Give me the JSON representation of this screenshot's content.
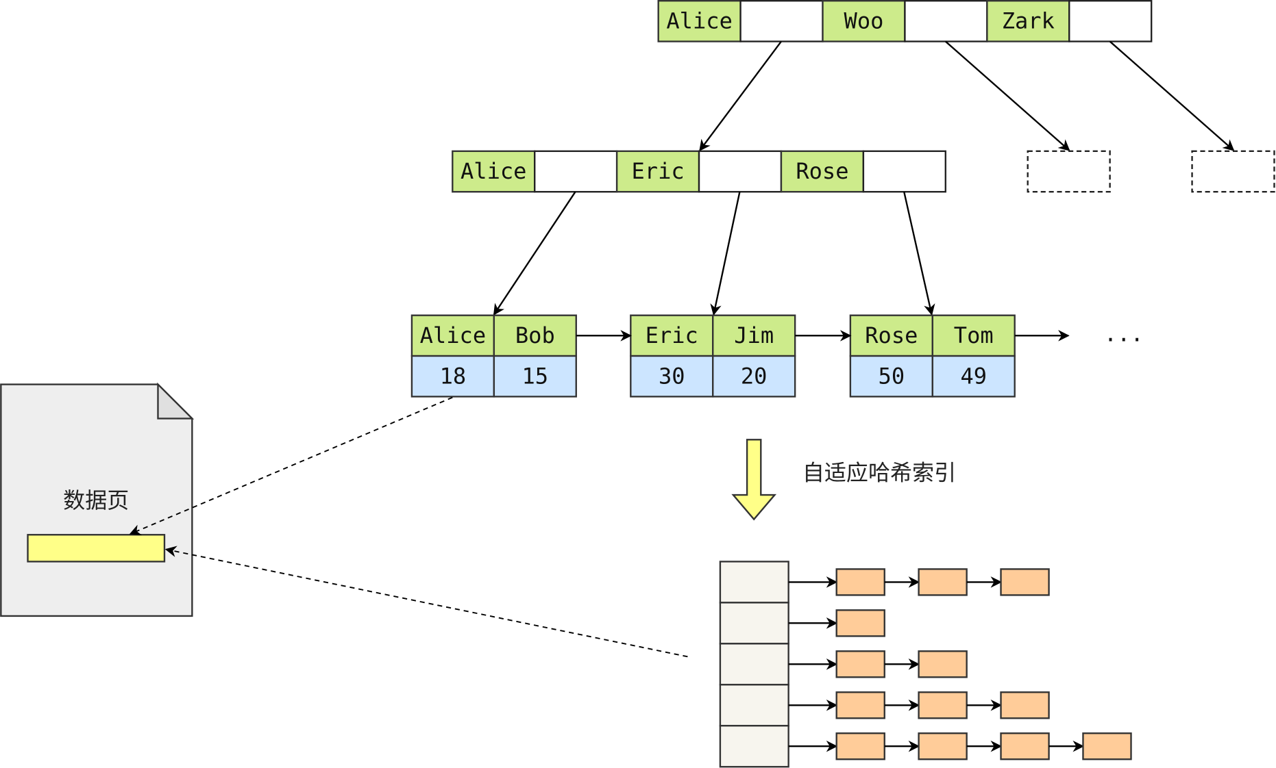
{
  "diagram": {
    "root": {
      "keys": [
        "Alice",
        "Woo",
        "Zark"
      ]
    },
    "internal": {
      "keys": [
        "Alice",
        "Eric",
        "Rose"
      ]
    },
    "placeholders": 2,
    "leaves": [
      {
        "keys": [
          "Alice",
          "Bob"
        ],
        "values": [
          "18",
          "15"
        ]
      },
      {
        "keys": [
          "Eric",
          "Jim"
        ],
        "values": [
          "30",
          "20"
        ]
      },
      {
        "keys": [
          "Rose",
          "Tom"
        ],
        "values": [
          "50",
          "49"
        ]
      }
    ],
    "leaf_continuation": "...",
    "data_page_label": "数据页",
    "transform_label": "自适应哈希索引",
    "hash_table": {
      "buckets": 5,
      "chain_lengths": [
        3,
        1,
        2,
        3,
        4
      ]
    },
    "colors": {
      "key_cell": "#cdeb8b",
      "value_cell": "#cce5ff",
      "hash_entry": "#ffcc99",
      "bucket": "#f7f5ee",
      "record": "#ffff88",
      "page": "#eeeeee",
      "arrow_fill": "#ffff88"
    }
  }
}
